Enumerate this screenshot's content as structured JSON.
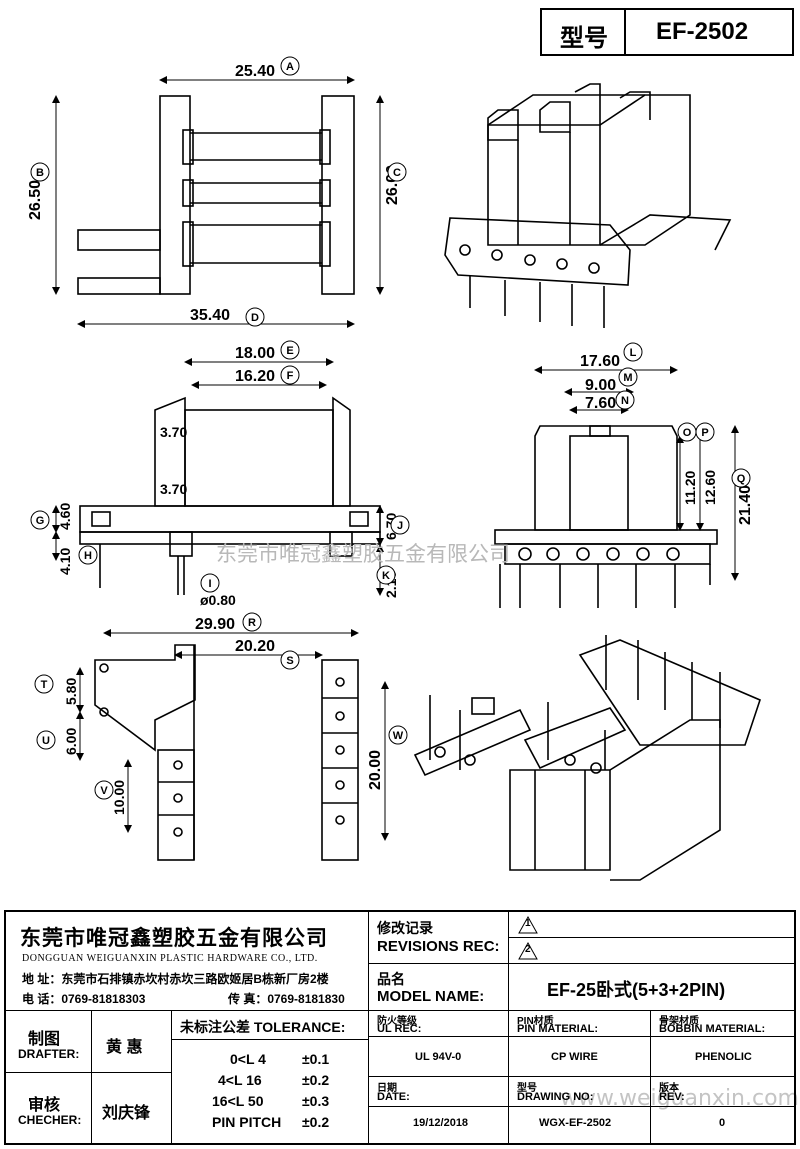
{
  "header": {
    "model_label": "型号",
    "model_value": "EF-2502"
  },
  "dims": {
    "A": "25.40",
    "B": "26.50",
    "C": "26.00",
    "D": "35.40",
    "E": "18.00",
    "F": "16.20",
    "G": "4.60",
    "H": "4.10",
    "I": "ø0.80",
    "J": "6.70",
    "K": "2.10",
    "L": "17.60",
    "M": "9.00",
    "N": "7.60",
    "P": "11.20",
    "Q": "21.40",
    "R": "29.90",
    "S": "20.20",
    "T": "5.80",
    "U": "6.00",
    "V": "10.00",
    "W": "20.00",
    "X": "12.60",
    "upper_gap": "3.70",
    "lower_gap": "3.70"
  },
  "markers": [
    "A",
    "B",
    "C",
    "D",
    "E",
    "F",
    "G",
    "H",
    "I",
    "J",
    "K",
    "L",
    "M",
    "N",
    "O",
    "P",
    "Q",
    "R",
    "S",
    "T",
    "U",
    "V",
    "W"
  ],
  "watermarks": {
    "company": "东莞市唯冠鑫塑胶五金有限公司",
    "url": "www.weiguanxin.com"
  },
  "company": {
    "name_cn": "东莞市唯冠鑫塑胶五金有限公司",
    "name_en": "DONGGUAN WEIGUANXIN PLASTIC HARDWARE CO., LTD.",
    "address": "地  址：东莞市石排镇赤坎村赤坎三路欧姬居B栋新厂房2楼",
    "phone": "电  话：0769-81818303",
    "fax": "传  真：0769-8181830"
  },
  "revisions": {
    "label_cn": "修改记录",
    "label_en": "REVISIONS REC:",
    "rev1": "1",
    "rev2": "2"
  },
  "model_name": {
    "label_cn": "品名",
    "label_en": "MODEL NAME:",
    "value": "EF-25卧式(5+3+2PIN)"
  },
  "drafter": {
    "label_cn": "制图",
    "label_en": "DRAFTER:",
    "name": "黄  惠"
  },
  "checker": {
    "label_cn": "审核",
    "label_en": "CHECHER:",
    "name": "刘庆锋"
  },
  "tolerance": {
    "title": "未标注公差 TOLERANCE:",
    "rows": [
      {
        "range": "0<L  4",
        "value": "±0.1"
      },
      {
        "range": "4<L  16",
        "value": "±0.2"
      },
      {
        "range": "16<L  50",
        "value": "±0.3"
      },
      {
        "range": "PIN PITCH",
        "value": "±0.2"
      }
    ]
  },
  "specs": {
    "ul_label_cn": "防火等级",
    "ul_label_en": "UL REC:",
    "ul_value": "UL 94V-0",
    "pin_label_cn": "PIN材质",
    "pin_label_en": "PIN MATERIAL:",
    "pin_value": "CP WIRE",
    "bobbin_label_cn": "骨架材质",
    "bobbin_label_en": "BOBBIN MATERIAL:",
    "bobbin_value": "PHENOLIC",
    "date_label_cn": "日期",
    "date_label_en": "DATE:",
    "date_value": "19/12/2018",
    "drawing_label_cn": "型号",
    "drawing_label_en": "DRAWING NO:",
    "drawing_value": "WGX-EF-2502",
    "rev_label_cn": "版本",
    "rev_label_en": "REV:",
    "rev_value": "0"
  }
}
